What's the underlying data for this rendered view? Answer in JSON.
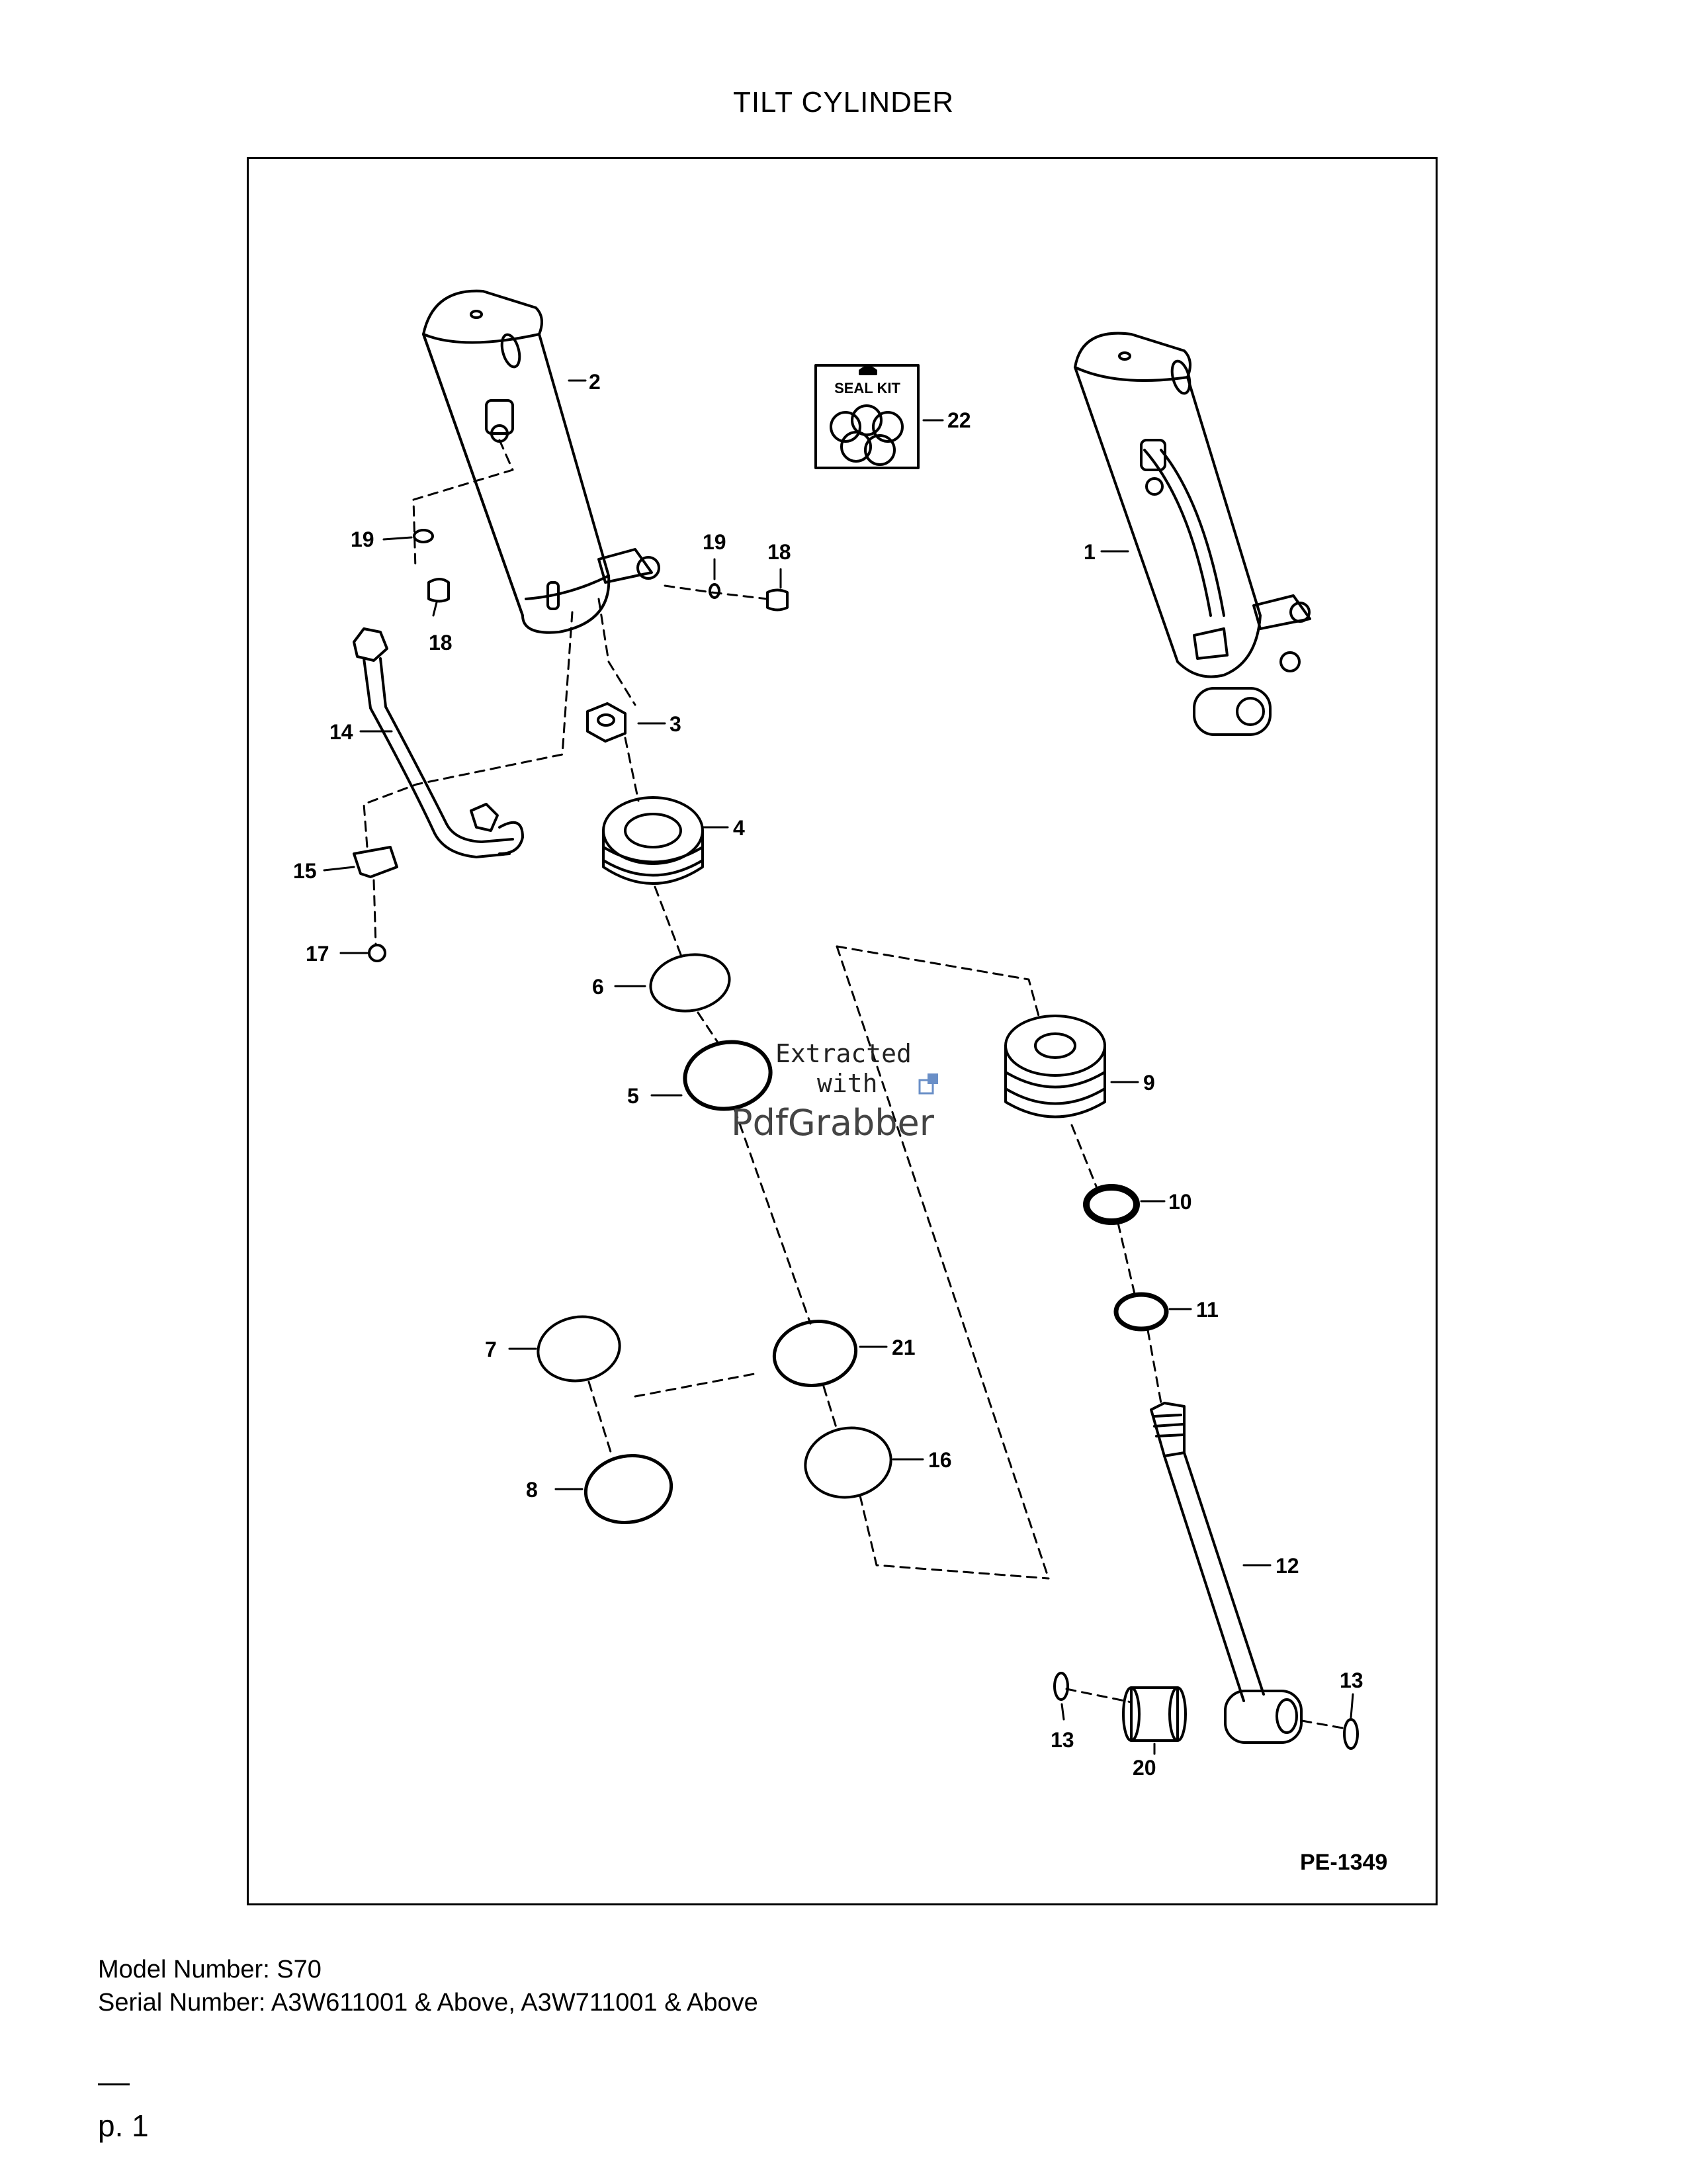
{
  "page": {
    "title": "TILT CYLINDER",
    "footer": {
      "model_line": "Model Number: S70",
      "serial_line": "Serial Number: A3W611001 & Above, A3W711001 & Above"
    },
    "page_number": "p. 1"
  },
  "diagram": {
    "drawing_number": "PE-1349",
    "seal_kit_label": "SEAL KIT",
    "callouts": {
      "c1": "1",
      "c2": "2",
      "c3": "3",
      "c4": "4",
      "c5": "5",
      "c6": "6",
      "c7": "7",
      "c8": "8",
      "c9": "9",
      "c10": "10",
      "c11": "11",
      "c12": "12",
      "c13a": "13",
      "c13b": "13",
      "c14": "14",
      "c15": "15",
      "c16": "16",
      "c17": "17",
      "c18a": "18",
      "c18b": "18",
      "c19a": "19",
      "c19b": "19",
      "c20": "20",
      "c21": "21",
      "c22": "22"
    },
    "watermark": {
      "line1": "Extracted",
      "line2": "with",
      "line3": "PdfGrabber"
    }
  }
}
